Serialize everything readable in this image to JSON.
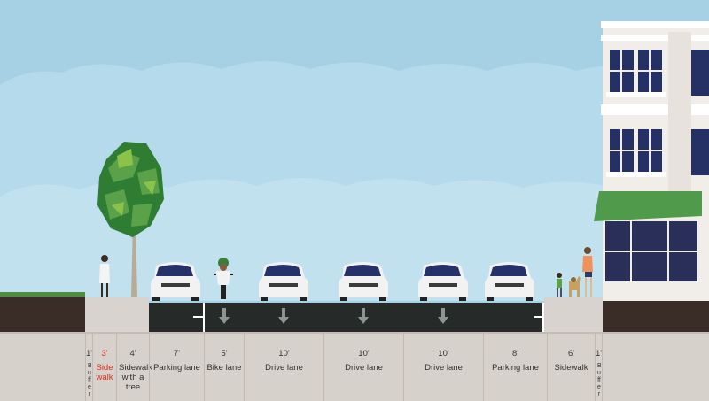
{
  "colors": {
    "sky": "#a9d3e6",
    "asphalt": "#262b2a",
    "sidewalk": "#d6d1cc",
    "awning": "#4f9a4b",
    "selected_text": "#d82d1f"
  },
  "segments": [
    {
      "width": "1'",
      "name": "Buffer",
      "kind": "narrow"
    },
    {
      "width": "3'",
      "name": "Side walk",
      "selected": true
    },
    {
      "width": "4'",
      "name": "Sidewalk with a tree"
    },
    {
      "width": "7'",
      "name": "Parking lane"
    },
    {
      "width": "5'",
      "name": "Bike lane"
    },
    {
      "width": "10'",
      "name": "Drive lane"
    },
    {
      "width": "10'",
      "name": "Drive lane"
    },
    {
      "width": "10'",
      "name": "Drive lane"
    },
    {
      "width": "8'",
      "name": "Parking lane"
    },
    {
      "width": "6'",
      "name": "Sidewalk"
    },
    {
      "width": "1'",
      "name": "Buffer",
      "kind": "narrow"
    }
  ],
  "icons": {
    "lane_direction": "down-arrow-icon",
    "tree": "tree-icon",
    "car": "car-icon",
    "cyclist": "cyclist-icon",
    "pedestrian": "pedestrian-icon",
    "dog": "dog-icon",
    "building": "building-icon"
  }
}
